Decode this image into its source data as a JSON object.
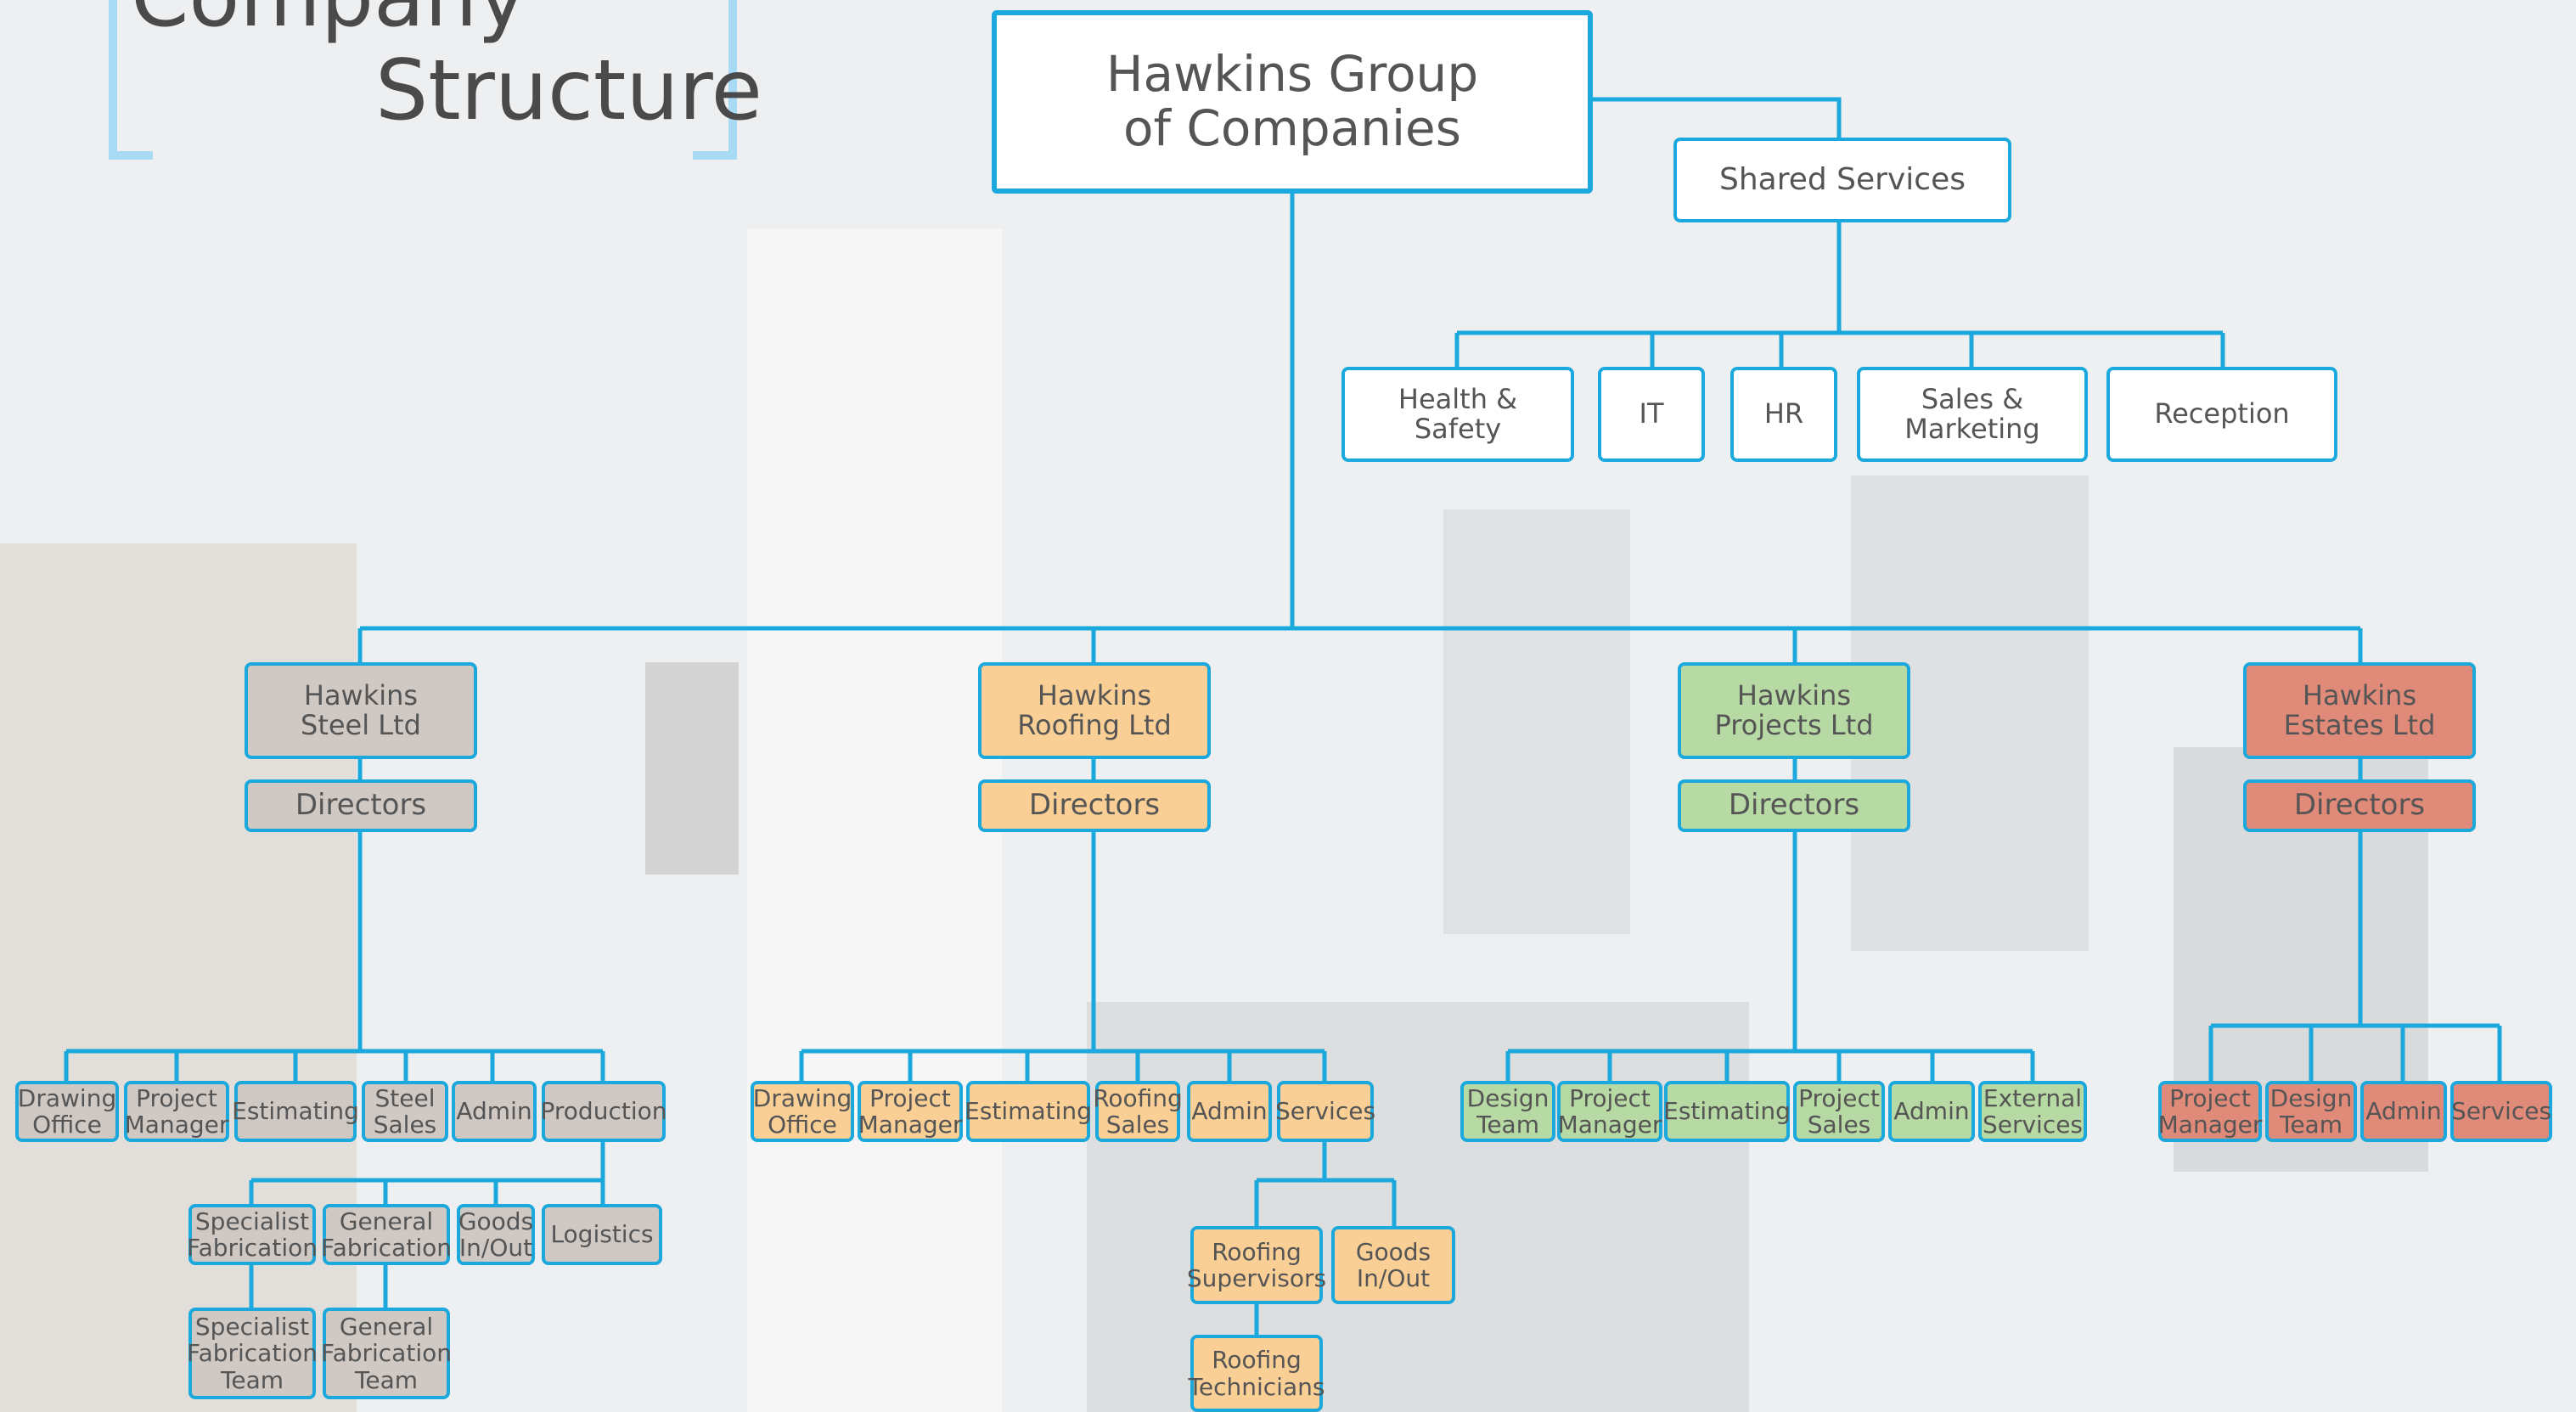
{
  "title": {
    "line1": "Company",
    "line2": "Structure"
  },
  "colors": {
    "line": "#1ba9dd",
    "steel": "#cfc8c3",
    "roofing": "#f9cf96",
    "projects": "#b7d9a3",
    "estates": "#e08b79",
    "title_bracket": "#a8d9f5"
  },
  "org": {
    "root": "Hawkins Group\nof Companies",
    "shared": {
      "label": "Shared Services",
      "units": [
        "Health &\nSafety",
        "IT",
        "HR",
        "Sales &\nMarketing",
        "Reception"
      ]
    },
    "companies": [
      {
        "name": "Hawkins\nSteel Ltd",
        "directors": "Directors",
        "departments": [
          "Drawing\nOffice",
          "Project\nManager",
          "Estimating",
          "Steel\nSales",
          "Admin",
          "Production"
        ],
        "production_teams": [
          "Specialist\nFabrication",
          "General\nFabrication",
          "Goods\nIn/Out",
          "Logistics"
        ],
        "sub_teams": [
          "Specialist\nFabrication\nTeam",
          "General\nFabrication\nTeam"
        ]
      },
      {
        "name": "Hawkins\nRoofing Ltd",
        "directors": "Directors",
        "departments": [
          "Drawing\nOffice",
          "Project\nManager",
          "Estimating",
          "Roofing\nSales",
          "Admin",
          "Services"
        ],
        "services_teams": [
          "Roofing\nSupervisors",
          "Goods\nIn/Out"
        ],
        "sub_teams": [
          "Roofing\nTechnicians"
        ]
      },
      {
        "name": "Hawkins\nProjects Ltd",
        "directors": "Directors",
        "departments": [
          "Design\nTeam",
          "Project\nManager",
          "Estimating",
          "Project\nSales",
          "Admin",
          "External\nServices"
        ]
      },
      {
        "name": "Hawkins\nEstates Ltd",
        "directors": "Directors",
        "departments": [
          "Project\nManager",
          "Design\nTeam",
          "Admin",
          "Services"
        ]
      }
    ]
  }
}
